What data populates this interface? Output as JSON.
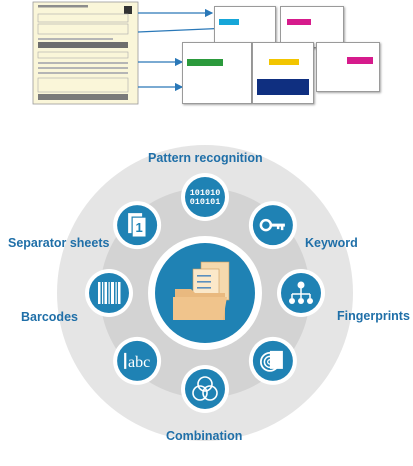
{
  "center": {
    "icon": "folder-with-documents-icon"
  },
  "methods": [
    {
      "id": "pattern-recognition",
      "label": "Pattern recognition",
      "icon": "binary-code-icon",
      "binary_lines": [
        "101010",
        "010101"
      ]
    },
    {
      "id": "keyword",
      "label": "Keyword",
      "icon": "key-icon"
    },
    {
      "id": "fingerprints",
      "label": "Fingerprints",
      "icon": "hierarchy-icon"
    },
    {
      "id": "fingerprint-doc",
      "label": "",
      "icon": "fingerprint-document-icon"
    },
    {
      "id": "combination",
      "label": "Combination",
      "icon": "overlapping-circles-icon"
    },
    {
      "id": "ocr",
      "label": "",
      "icon": "text-abc-icon",
      "glyph": "abc"
    },
    {
      "id": "barcodes",
      "label": "Barcodes",
      "icon": "barcode-icon"
    },
    {
      "id": "separator-sheets",
      "label": "Separator sheets",
      "icon": "separator-sheet-icon",
      "glyph": "1"
    }
  ],
  "colors": {
    "accent": "#1f6fa8",
    "icon_circle": "#1f82b4",
    "outer_ring": "#e5e5e5",
    "inner_ring": "#d3d3d3",
    "center": "#ffffff",
    "folder": "#e9b97f",
    "paper": "#f5d9ad",
    "source_doc": "#faf6d9",
    "arrow": "#2a78b8",
    "bands": [
      "#16a6d8",
      "#2b9a3c",
      "#f2c500",
      "#d61b8c",
      "#0f2f80"
    ]
  }
}
